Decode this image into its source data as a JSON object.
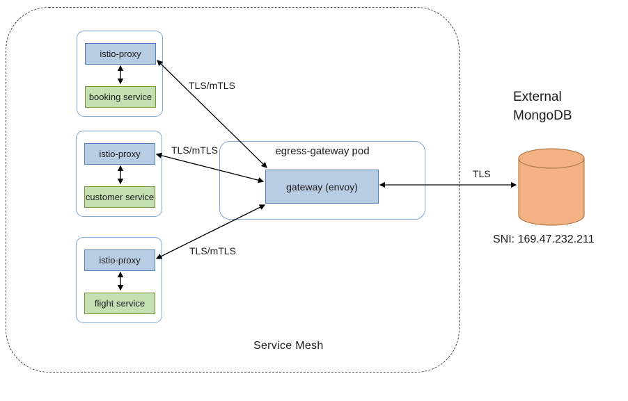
{
  "mesh": {
    "label": "Service Mesh"
  },
  "pods": [
    {
      "proxy_label": "istio-proxy",
      "service_label": "booking service"
    },
    {
      "proxy_label": "istio-proxy",
      "service_label": "customer service"
    },
    {
      "proxy_label": "istio-proxy",
      "service_label": "flight service"
    }
  ],
  "egress": {
    "title": "egress-gateway pod",
    "gateway_label": "gateway (envoy)"
  },
  "external": {
    "name": "External MongoDB",
    "sni": "SNI: 169.47.232.211"
  },
  "edges": [
    {
      "from": "booking istio-proxy",
      "to": "gateway (envoy)",
      "label": "TLS/mTLS"
    },
    {
      "from": "customer istio-proxy",
      "to": "gateway (envoy)",
      "label": "TLS/mTLS"
    },
    {
      "from": "flight istio-proxy",
      "to": "gateway (envoy)",
      "label": "TLS/mTLS"
    },
    {
      "from": "gateway (envoy)",
      "to": "External MongoDB",
      "label": "TLS"
    }
  ],
  "colors": {
    "proxy_fill": "#b8cce4",
    "proxy_border": "#4f81bd",
    "service_fill": "#c5e0b3",
    "service_border": "#77933c",
    "pod_border": "#7ba7d7",
    "db_fill": "#f4b183",
    "db_border": "#b07948",
    "arrow": "#000000"
  }
}
